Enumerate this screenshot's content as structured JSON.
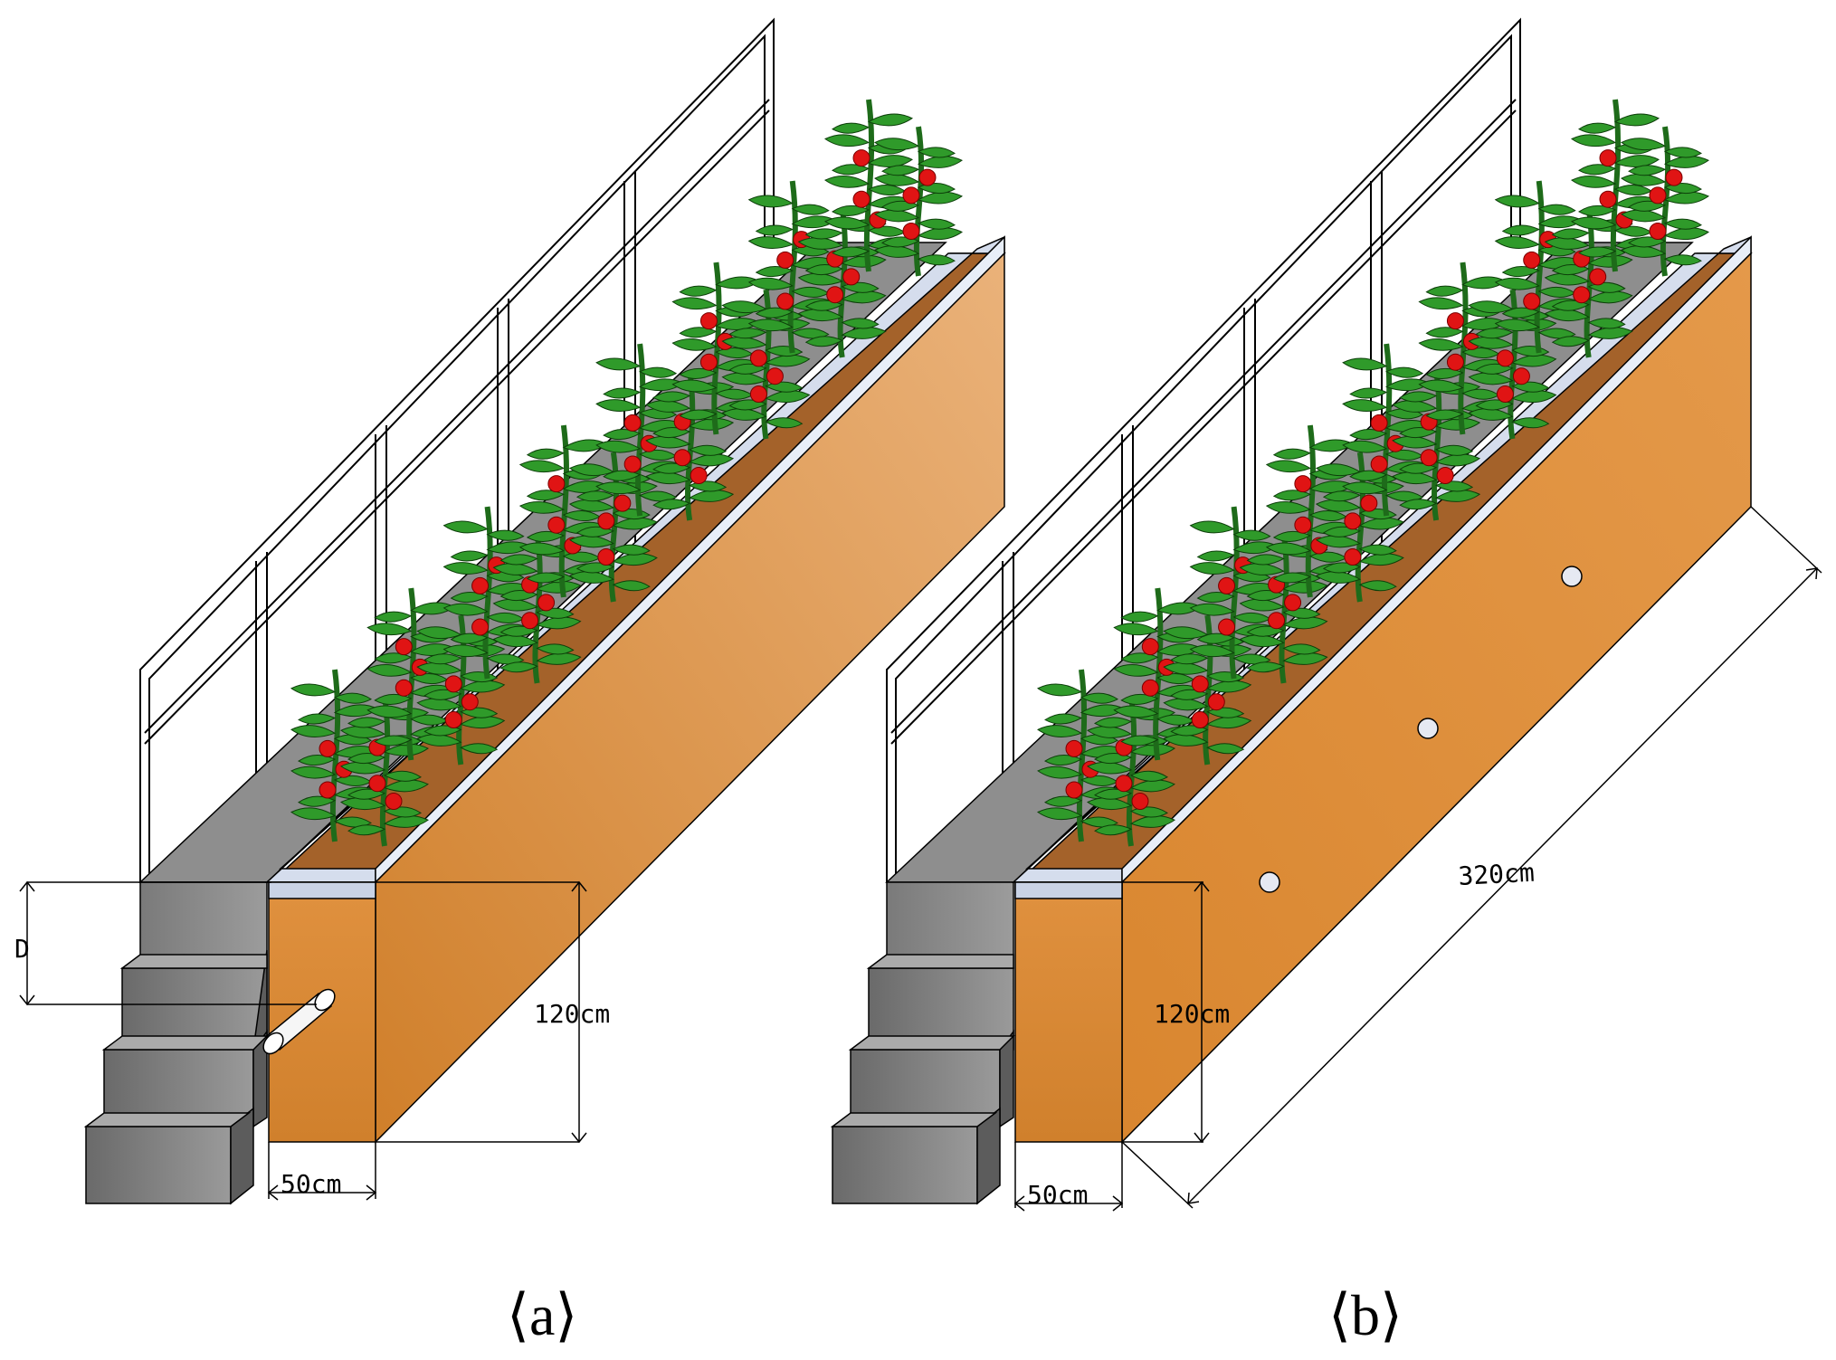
{
  "panels": [
    {
      "id": "a",
      "label": "⟨a⟩",
      "dimensions": {
        "depth_symbol": "D",
        "height": "120cm",
        "width": "50cm"
      },
      "features": [
        "side-pipe"
      ]
    },
    {
      "id": "b",
      "label": "⟨b⟩",
      "dimensions": {
        "height": "120cm",
        "width": "50cm",
        "length": "320cm"
      },
      "features": [
        "side-holes"
      ]
    }
  ],
  "colors": {
    "soil_face": "#d9893a",
    "soil_face_light": "#e8a765",
    "soil_top": "#a8642a",
    "wall": "#8a8a8a",
    "wall_dark": "#6d6d6d",
    "rim": "#c7d2e6",
    "leaf": "#2f9a2a",
    "tomato": "#e01414"
  }
}
